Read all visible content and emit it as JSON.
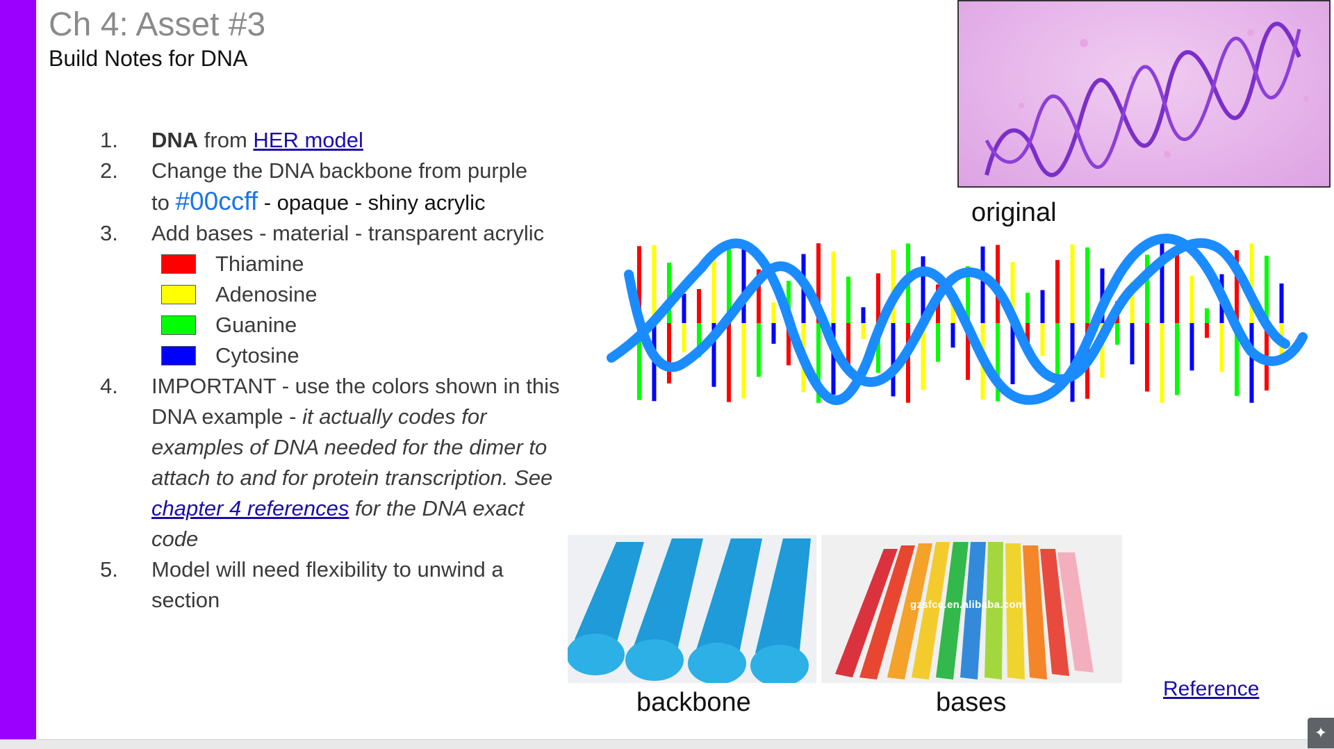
{
  "slide": {
    "title": "Ch 4: Asset #3",
    "subtitle": "Build Notes for DNA"
  },
  "notes": {
    "item1": {
      "num": "1.",
      "bold": "DNA",
      "text": " from ",
      "link": "HER model"
    },
    "item2": {
      "num": "2.",
      "line1": "Change the DNA backbone from purple",
      "to": "to ",
      "hex": "#00ccff",
      "rest": " - opaque - shiny acrylic"
    },
    "item3": {
      "num": "3.",
      "text": "Add bases - material - transparent acrylic"
    },
    "bases": [
      {
        "label": "Thiamine",
        "color": "#ff0000"
      },
      {
        "label": "Adenosine",
        "color": "#ffff00"
      },
      {
        "label": "Guanine",
        "color": "#00ff00"
      },
      {
        "label": "Cytosine",
        "color": "#0000ff"
      }
    ],
    "item4": {
      "num": "4.",
      "text1": "IMPORTANT  - use the colors shown in this DNA example - ",
      "italic1": "it actually codes for examples of DNA needed for the dimer to attach to and for protein transcription. See ",
      "link": "chapter 4 references",
      "italic2": " for the DNA exact code"
    },
    "item5": {
      "num": "5.",
      "text": "Model will need flexibility to unwind a section"
    }
  },
  "captions": {
    "original": "original",
    "backbone": "backbone",
    "bases": "bases"
  },
  "watermark": "gzsfcc.en.alibaba.com",
  "reference_link": "Reference",
  "colors": {
    "accent_bar": "#9b00ff",
    "backbone": "#1a8cff",
    "original_strand": "#7a2fc9"
  },
  "icons": {
    "corner_button": "explore-star-icon"
  }
}
